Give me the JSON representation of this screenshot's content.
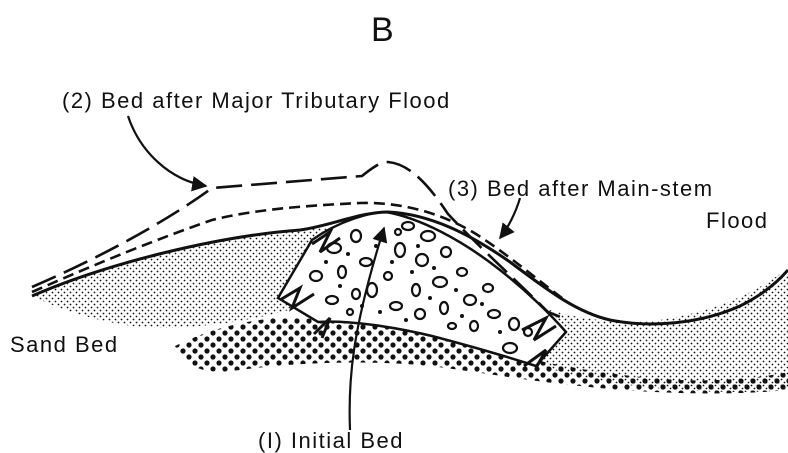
{
  "figure": {
    "panel_letter": "B",
    "labels": {
      "major_tributary": "(2) Bed after Major Tributary Flood",
      "main_stem_line1": "(3) Bed after Main-stem",
      "main_stem_line2": "Flood",
      "sand_bed": "Sand Bed",
      "initial_bed": "(I) Initial Bed"
    }
  },
  "colors": {
    "ink": "#111111",
    "paper": "#ffffff"
  }
}
